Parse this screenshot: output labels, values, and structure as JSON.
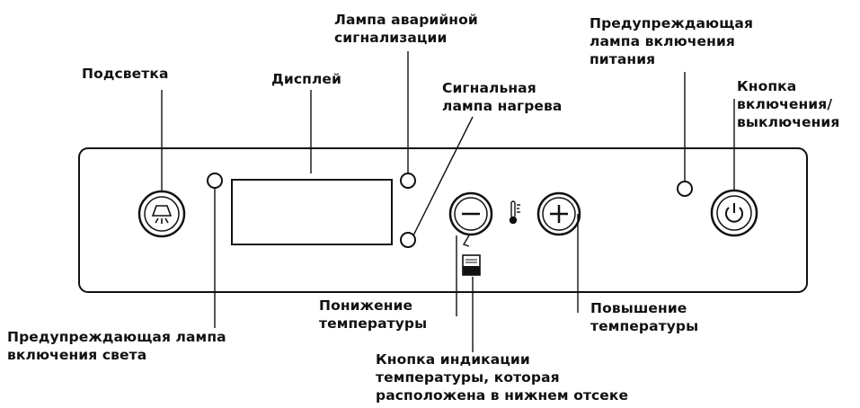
{
  "labels": {
    "backlight": "Подсветка",
    "display": "Дисплей",
    "alarm_lamp": "Лампа аварийной\nсигнализации",
    "heating_lamp": "Сигнальная\nлампа нагрева",
    "power_lamp": "Предупреждающая\nлампа включения\nпитания",
    "power_button": "Кнопка\nвключения/\nвыключения",
    "light_lamp": "Предупреждающая лампа\nвключения света",
    "temp_down": "Понижение\nтемпературы",
    "temp_up": "Повышение\nтемпературы",
    "temp_indicator": "Кнопка индикации\nтемпературы, которая\nрасположена в нижнем отсеке"
  },
  "icons": {
    "backlight_button": "lamp-icon",
    "minus_button": "minus-icon",
    "plus_button": "plus-icon",
    "thermometer": "thermometer-icon",
    "lower_compartment": "compartment-icon",
    "power_button": "power-icon"
  },
  "colors": {
    "line": "#111111",
    "background": "#ffffff"
  }
}
